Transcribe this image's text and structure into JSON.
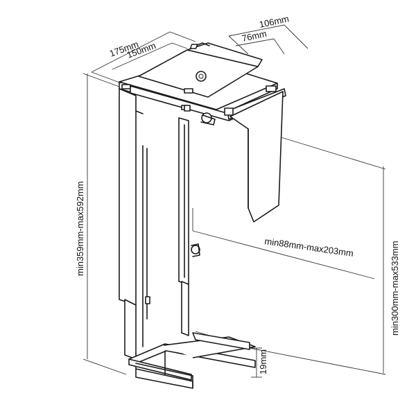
{
  "dimensions": {
    "top_outer_width": "106mm",
    "top_inner_width": "76mm",
    "depth_outer": "175mm",
    "depth_inner": "150mm",
    "total_height": "min359mm-max592mm",
    "width_range": "min88mm-max203mm",
    "pc_height_range": "min300mm-max533mm",
    "foot_height": "19mm"
  }
}
